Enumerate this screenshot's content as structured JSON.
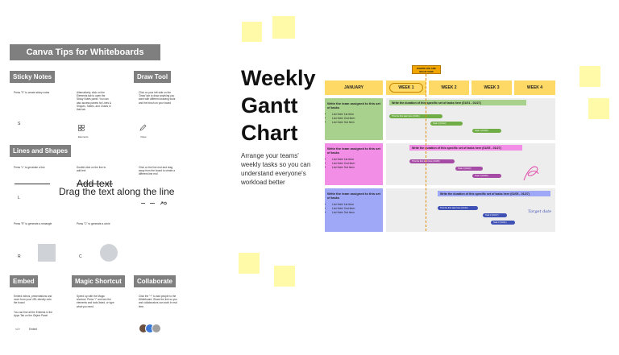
{
  "tips": {
    "title": "Canva Tips for Whiteboards",
    "sticky_notes": {
      "label": "Sticky Notes",
      "hint1": "Press \"S\" to create sticky notes",
      "hint2": "Alternatively, click on the Elements tab to open the Sticky Notes panel. You can also access panels for Lines & Shapes, Tables, and Charts in that tab.",
      "key": "S",
      "icon_label": "Elements"
    },
    "draw_tool": {
      "label": "Draw Tool",
      "hint": "Click on your left side on the 'Draw' tab to draw anything you want with different drawing tools and the brush on your board",
      "icon_label": "Draw"
    },
    "lines_shapes": {
      "label": "Lines and Shapes",
      "hint_line": "Press \"L\" to generate a line",
      "hint_double": "Double click on the line to add text",
      "hint_end": "Click on the line end and drag away from the board to create a different line end",
      "key_line": "L",
      "add_text": "Add text",
      "drag_text": "Drag the text along the line",
      "hint_rect": "Press \"R\" to generate a rectangle",
      "hint_circle": "Press \"C\" to generate a circle",
      "key_rect": "R",
      "key_circle": "C"
    },
    "embed": {
      "label": "Embed",
      "hint": "Embed videos, presentations and more from your URL directly onto the board",
      "hint2": "You can find all the Embeds in the Apps Tab on the Object Panel",
      "icon_label": "Embed"
    },
    "magic_shortcut": {
      "label": "Magic Shortcut",
      "hint": "Speed up with the Magic shortcut. Press \"/\" and see the elements and tools listed, or type what you need."
    },
    "collaborate": {
      "label": "Collaborate",
      "hint": "Click the \"+\" to add people to the Whiteboard. Share the link so you and collaborators can work in real time."
    }
  },
  "main": {
    "title_line1": "Weekly",
    "title_line2": "Gantt",
    "title_line3": "Chart",
    "description": "Arrange your teams' weekly tasks so you can understand everyone's workload better"
  },
  "gantt": {
    "marker": "WHERE WE ARE RIGHT NOW",
    "columns": [
      "JANUARY",
      "WEEK 1",
      "WEEK 2",
      "WEEK 3",
      "WEEK 4"
    ],
    "rows": [
      {
        "title": "Write the team assigned to this set of tasks",
        "items": [
          "List their 1st item",
          "List their 2nd item",
          "List their 3rd item"
        ],
        "duration": "Write the duration of this specific set of tasks here (01/01 - 01/27)",
        "bar1": "This the first task here (01/01)",
        "bar2": "Task 2 (01/12)",
        "bar3": "Task 3 (01/20)"
      },
      {
        "title": "Write the team assigned to this set of tasks",
        "items": [
          "List their 1st item",
          "List their 2nd item",
          "List their 3rd item"
        ],
        "duration": "Write the duration of this specific set of tasks here (01/05 - 01/27)",
        "bar1": "This the first task here (01/05)",
        "bar2": "Task 2 (01/12)",
        "bar3": "Task 3 (01/20)"
      },
      {
        "title": "Write the team assigned to this set of tasks",
        "items": [
          "List their 1st item",
          "List their 2nd item",
          "List their 3rd item"
        ],
        "duration": "Write the duration of this specific set of tasks here (01/05 - 01/27)",
        "bar1": "This the first task here (01/12)",
        "bar2": "Task 2 (01/17)",
        "bar3": "Task 3 (01/21)"
      }
    ],
    "annotation": "Target date"
  },
  "colors": {
    "header": "#ffd966",
    "row1": "#a9d18e",
    "row2": "#f28ee6",
    "row3": "#9fa8f7",
    "bar1": "#70ad47",
    "bar2": "#a64ca6",
    "bar3": "#3f51b5",
    "sticky": "#fffaa8"
  }
}
